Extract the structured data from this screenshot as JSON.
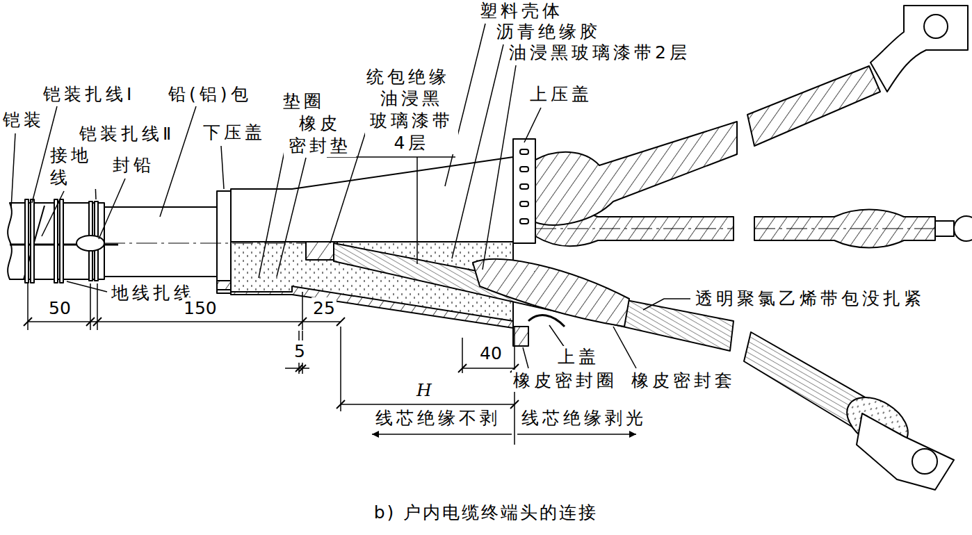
{
  "diagram": {
    "caption": "b) 户内电缆终端头的连接",
    "labels": [
      "铠装",
      "铠装扎线Ⅰ",
      "铅(铝)包",
      "接地 线",
      "铠装扎线Ⅱ",
      "封铅",
      "下压盖",
      "垫圈",
      "橡皮 密封垫",
      "统包绝缘",
      "油浸黑 玻璃漆带 4层",
      "塑料壳体",
      "沥青绝缘胶",
      "油浸黑玻璃漆带2层",
      "上压盖",
      "透明聚氯乙烯带包没扎紧",
      "地线扎线",
      "50",
      "150",
      "25",
      "5",
      "40",
      "H",
      "上盖",
      "橡皮密封圈",
      "橡皮密封套",
      "线芯绝缘不剥",
      "线芯绝缘剥光"
    ]
  }
}
